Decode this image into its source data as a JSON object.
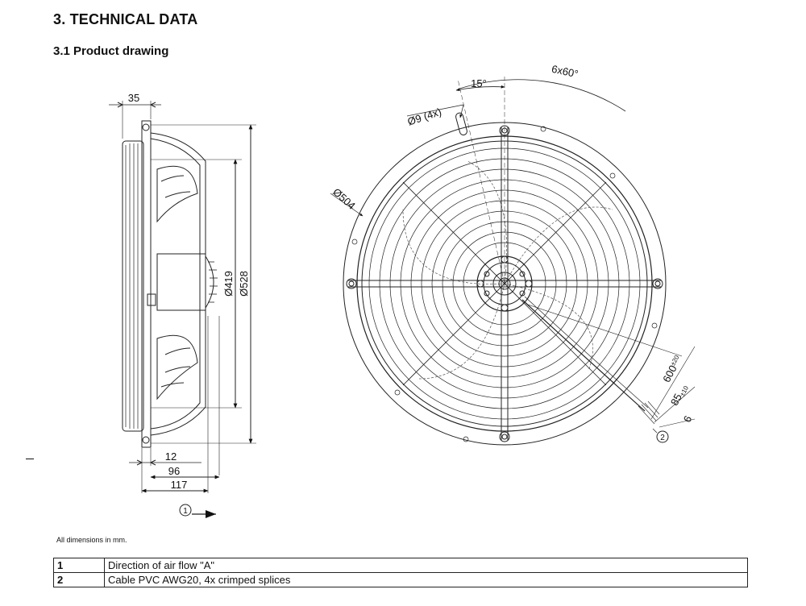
{
  "heading": "3. TECHNICAL DATA",
  "subheading": "3.1 Product drawing",
  "dimensions_note": "All dimensions in mm.",
  "side_view": {
    "dim_top": "35",
    "dim_inner_dia": "Ø419",
    "dim_outer_dia": "Ø528",
    "dim_12": "12",
    "dim_96": "96",
    "dim_117": "117",
    "airflow_marker": "1"
  },
  "front_view": {
    "dim_angle_15": "15°",
    "dim_angle_pattern": "6x60°",
    "dim_holes": "Ø9 (4x)",
    "dim_bolt_circle": "Ø504",
    "cable_length": "600",
    "cable_length_tol": "±20",
    "strip_length": "85",
    "strip_length_tol": "±10",
    "end_length": "6",
    "cable_marker": "2"
  },
  "legend": [
    {
      "num": "1",
      "text": "Direction of air flow \"A\""
    },
    {
      "num": "2",
      "text": "Cable PVC AWG20, 4x crimped splices"
    }
  ]
}
